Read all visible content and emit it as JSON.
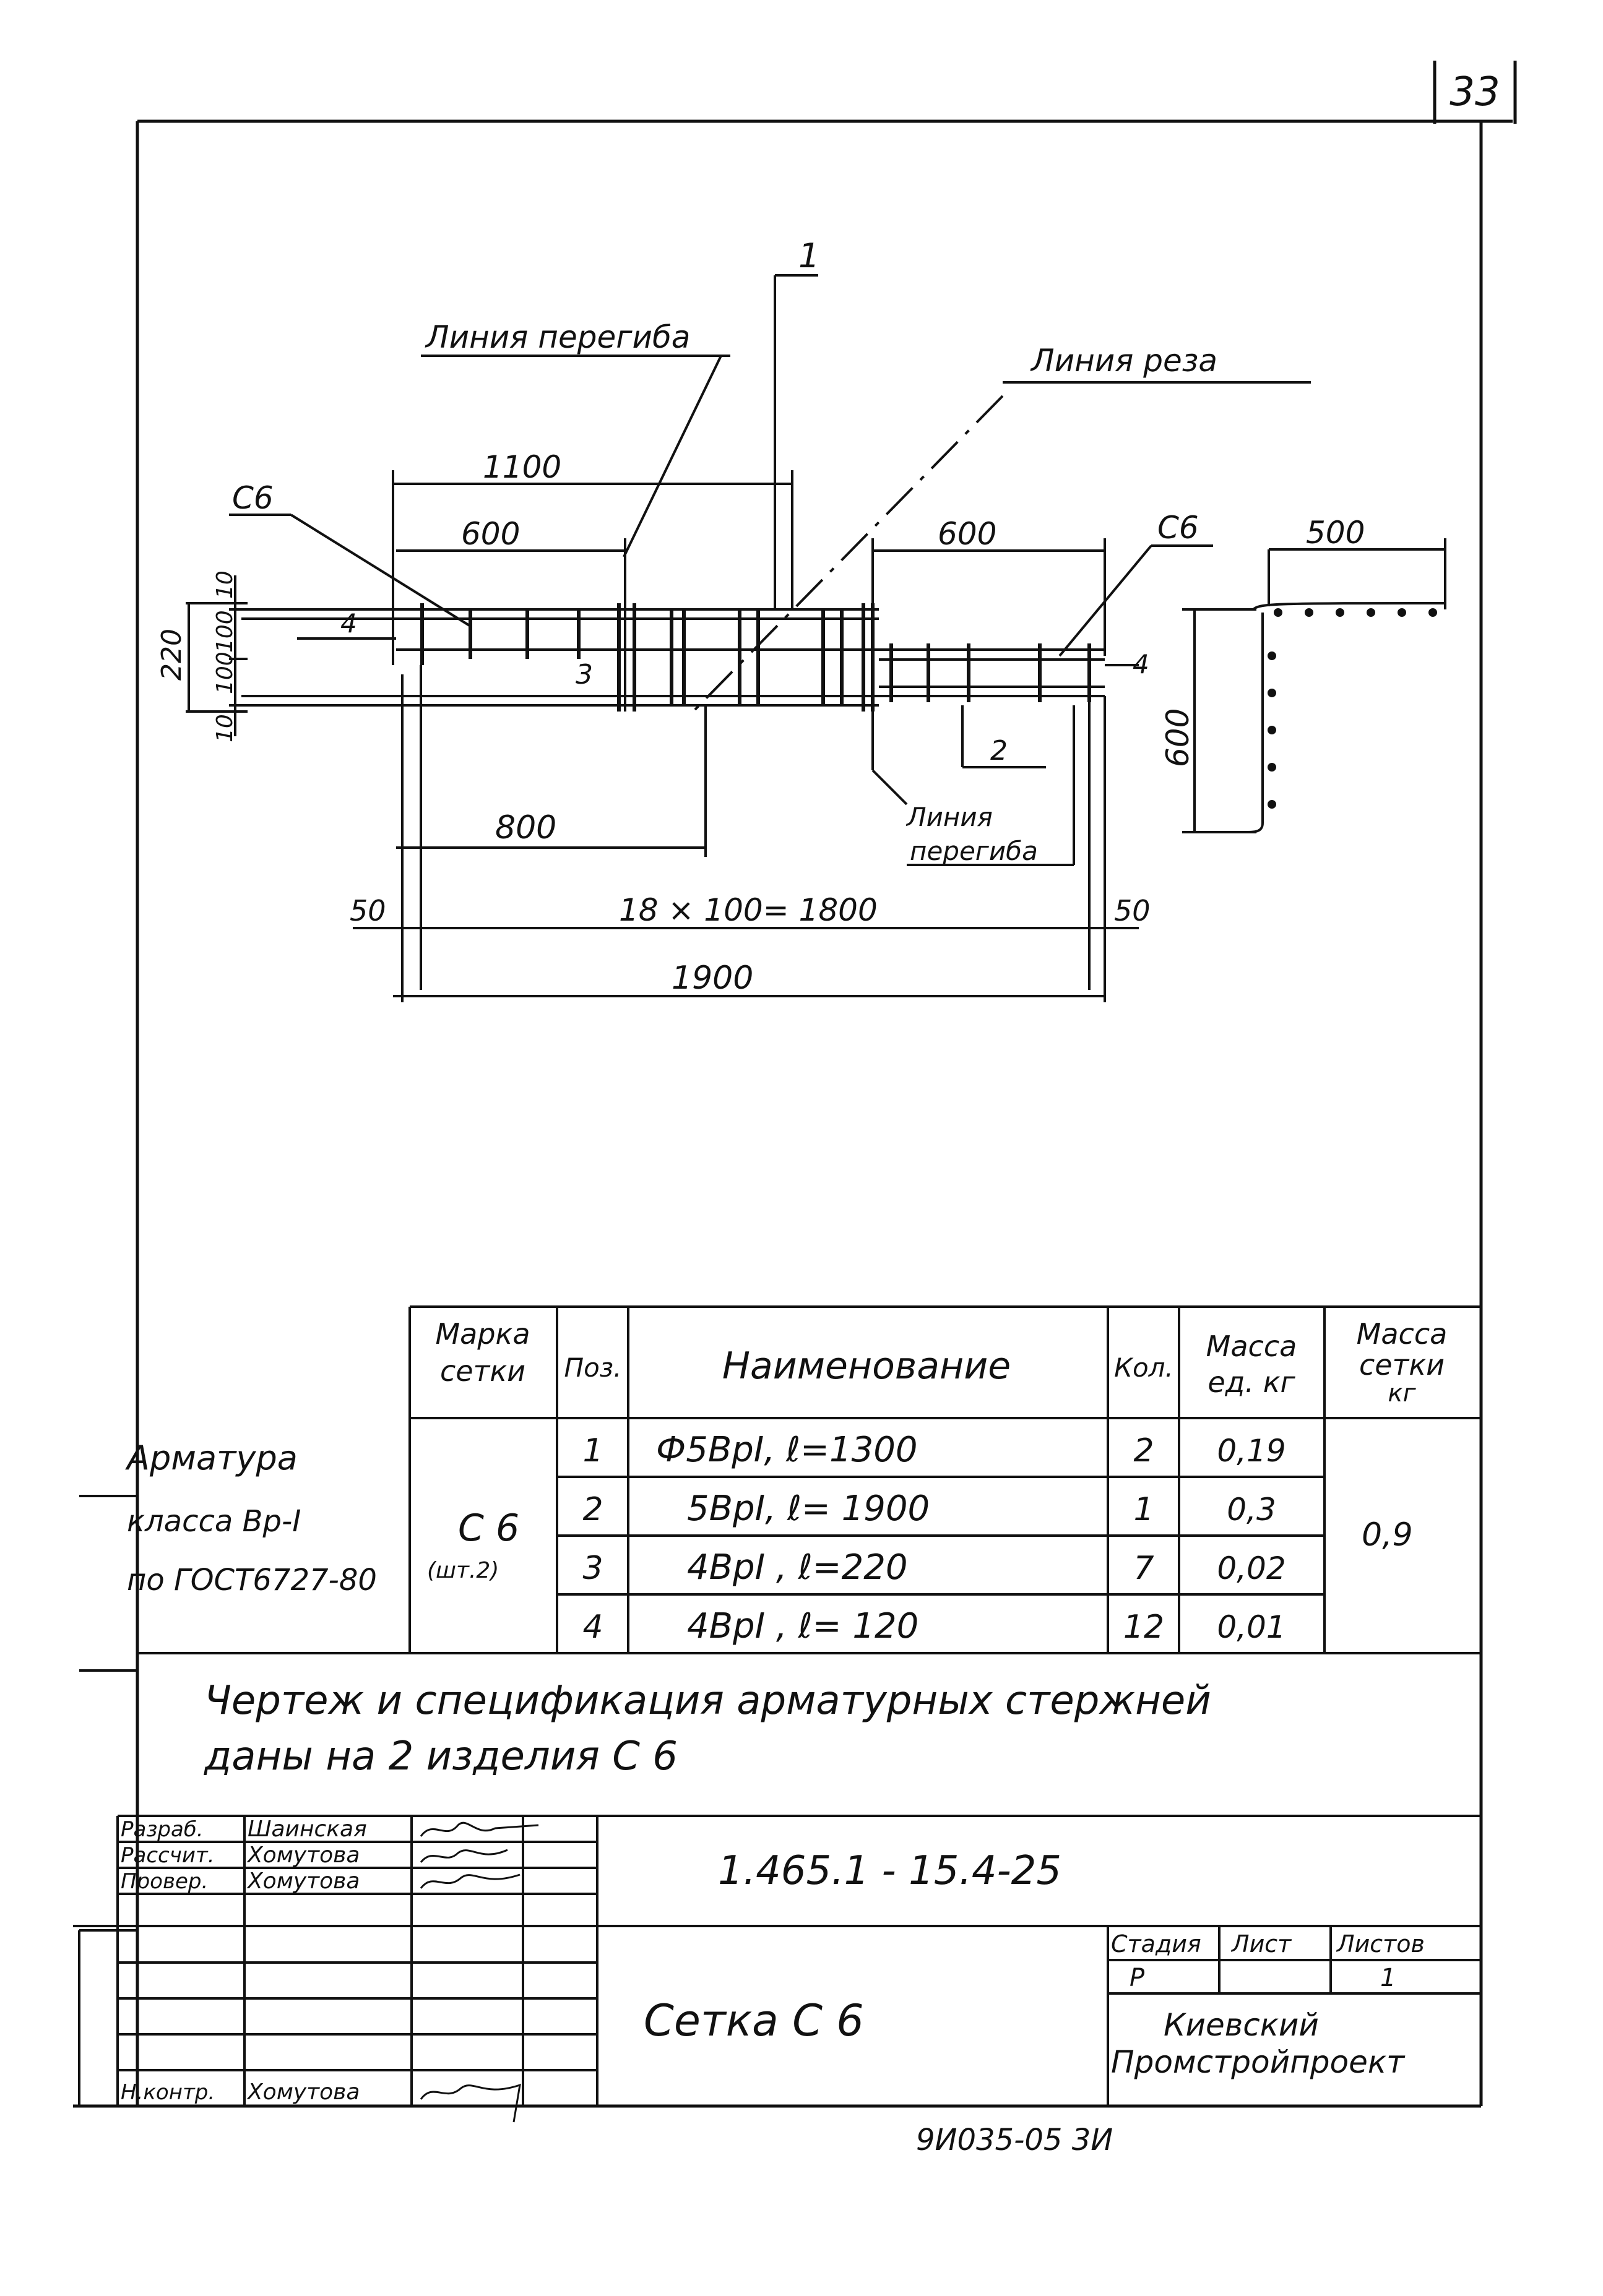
{
  "sheet": {
    "page_number": "33",
    "bottom_stamp": "9И035-05  3И"
  },
  "drawing": {
    "section_mark": "1",
    "bend_line_label": "Линия перегиба",
    "cut_line_label": "Линия реза",
    "bend_line_label_2a": "Линия",
    "bend_line_label_2b": "перегиба",
    "mesh_mark_left": "С6",
    "mesh_mark_right": "С6",
    "pos_label_4_left": "4",
    "pos_label_3": "3",
    "pos_label_4_right": "4",
    "pos_label_2": "2",
    "dim_1100": "1100",
    "dim_600_left": "600",
    "dim_600_right": "600",
    "dim_500": "500",
    "dim_600_vertical": "600",
    "dim_220": "220",
    "dim_10_top": "10",
    "dim_100_a": "100",
    "dim_100_b": "100",
    "dim_10_bottom": "10",
    "dim_800": "800",
    "dim_50_left": "50",
    "dim_18x100": "18 × 100= 1800",
    "dim_50_right": "50",
    "dim_1900": "1900"
  },
  "spec_table": {
    "side_label": [
      "Арматура",
      "класса Вр-І",
      "по ГОСТ6727-80"
    ],
    "headers": {
      "mark_line1": "Марка",
      "mark_line2": "сетки",
      "pos": "Поз.",
      "name": "Наименование",
      "qty": "Кол.",
      "unit_mass_line1": "Масса",
      "unit_mass_line2": "ед. кг",
      "mesh_mass_line1": "Масса",
      "mesh_mass_line2": "сетки",
      "mesh_mass_line3": "кг"
    },
    "mark": "С 6",
    "mark_note": "(шт.2)",
    "mesh_mass": "0,9",
    "rows": [
      {
        "pos": "1",
        "name": "Ф5ВрІ, ℓ=1300",
        "qty": "2",
        "mass": "0,19"
      },
      {
        "pos": "2",
        "name": "5ВрІ, ℓ= 1900",
        "qty": "1",
        "mass": "0,3"
      },
      {
        "pos": "3",
        "name": "4ВрІ , ℓ=220",
        "qty": "7",
        "mass": "0,02"
      },
      {
        "pos": "4",
        "name": "4ВрІ , ℓ= 120",
        "qty": "12",
        "mass": "0,01"
      }
    ]
  },
  "note": {
    "line1": "Чертеж и спецификация арматурных стержней",
    "line2": "даны на 2 изделия С 6"
  },
  "title_block": {
    "roles": [
      {
        "role": "Разраб.",
        "name": "Шаинская"
      },
      {
        "role": "Рассчит.",
        "name": "Хомутова"
      },
      {
        "role": "Провер.",
        "name": "Хомутова"
      },
      {
        "role": "Н.контр.",
        "name": "Хомутова"
      }
    ],
    "doc_code": "1.465.1 - 15.4-25",
    "title": "Сетка С 6",
    "stage_label": "Стадия",
    "sheet_label": "Лист",
    "sheets_label": "Листов",
    "stage": "Р",
    "sheet": "",
    "sheets": "1",
    "org_line1": "Киевский",
    "org_line2": "Промстройпроект"
  }
}
